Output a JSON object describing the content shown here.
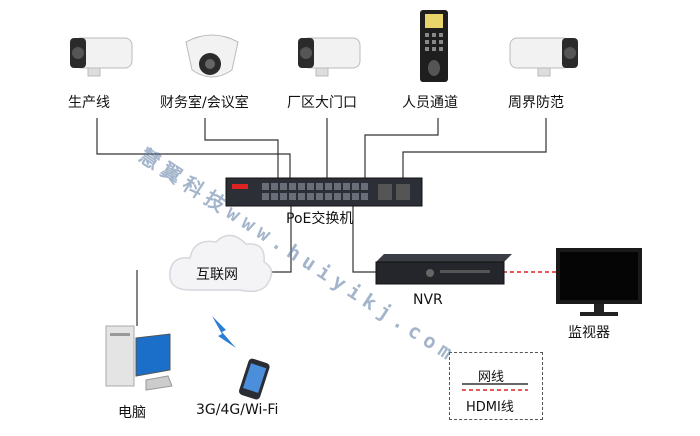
{
  "devices": {
    "cam1": {
      "label": "生产线"
    },
    "cam2": {
      "label": "财务室/会议室"
    },
    "cam3": {
      "label": "厂区大门口"
    },
    "access": {
      "label": "人员通道"
    },
    "cam5": {
      "label": "周界防范"
    },
    "switch": {
      "label": "PoE交换机"
    },
    "internet": {
      "label": "互联网"
    },
    "nvr": {
      "label": "NVR"
    },
    "monitor": {
      "label": "监视器"
    },
    "pc": {
      "label": "电脑"
    },
    "phone": {
      "label": "3G/4G/Wi-Fi"
    }
  },
  "legend": {
    "network": {
      "label": "网线",
      "color": "#333333"
    },
    "hdmi": {
      "label": "HDMI线",
      "color": "#e02020"
    }
  },
  "watermark": {
    "text": "慧翼科技www.huiyikj.com"
  },
  "colors": {
    "line": "#333333",
    "hdmi": "#e02020",
    "signal": "#2a7fd4"
  }
}
